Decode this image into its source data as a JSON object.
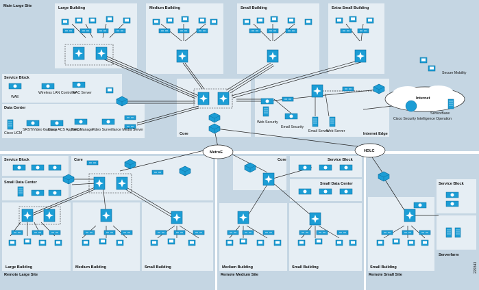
{
  "colors": {
    "region": "#c5d6e3",
    "block": "#e6eef4",
    "device": "#1c9dd5",
    "device_dark": "#0b6c9c",
    "cloud": "#ffffff",
    "line": "#222222"
  },
  "sites": {
    "main": "Main Large Site",
    "remote_large": "Remote Large Site",
    "remote_medium": "Remote Medium Site",
    "remote_small": "Remote Small Site"
  },
  "main_blocks": {
    "large_building": "Large Building",
    "medium_building": "Medium Building",
    "small_building": "Small Building",
    "extra_small_building": "Extra Small Building",
    "service_block": "Service Block",
    "data_center": "Data Center",
    "core": "Core",
    "internet_edge": "Internet Edge"
  },
  "service_items": [
    "WAE",
    "Wireless LAN Controller",
    "NAC Server"
  ],
  "dc_items": [
    "Cisco UCM",
    "SRST/Video Gateway",
    "Cisco ACS Appliance",
    "NAC Manager",
    "Video Surveillance Media Server"
  ],
  "edge_items": [
    "Web Security",
    "Email Security",
    "Email Server",
    "Web Server"
  ],
  "internet": {
    "cloud": "Internet",
    "secure_mobility": "Secure Mobility",
    "sio": "Cisco Security Intelligence Operation",
    "sensorbase": "SensorBase"
  },
  "wan": {
    "metroe": "MetroE",
    "hdlc": "HDLC"
  },
  "remote_large_blocks": {
    "service_block": "Service Block",
    "core": "Core",
    "small_dc": "Small Data Center",
    "large_building": "Large Building",
    "medium_building": "Medium Building",
    "small_building": "Small Building"
  },
  "remote_medium_blocks": {
    "core": "Core",
    "service_block": "Service Block",
    "small_dc": "Small Data Center",
    "medium_building": "Medium Building",
    "small_building": "Small Building"
  },
  "remote_small_blocks": {
    "service_block": "Service Block",
    "serverfarm": "Serverfarm",
    "small_building": "Small Building"
  },
  "figure_id": "229343"
}
